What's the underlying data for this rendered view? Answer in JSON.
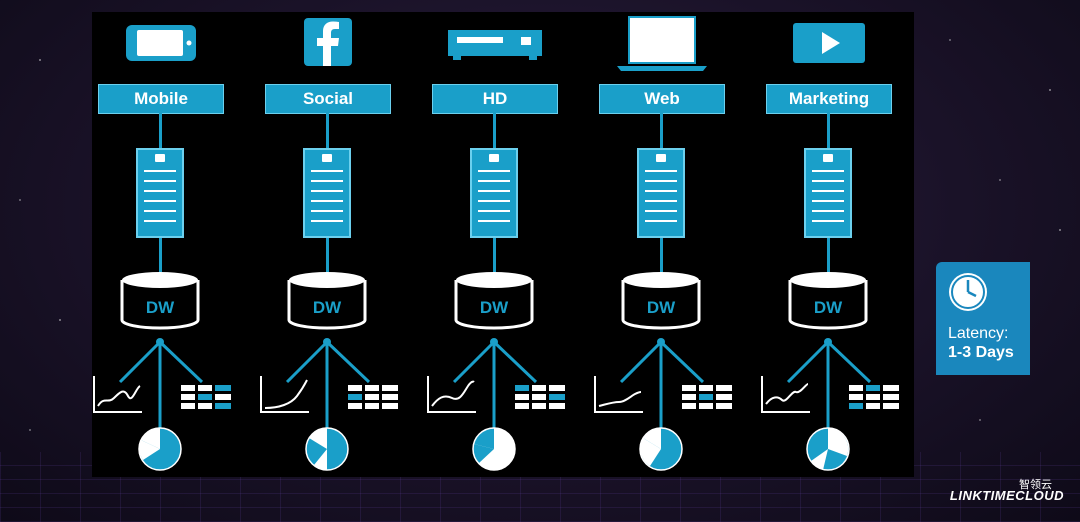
{
  "columns": [
    {
      "label": "Mobile",
      "icon": "smartphone-icon"
    },
    {
      "label": "Social",
      "icon": "facebook-icon"
    },
    {
      "label": "HD",
      "icon": "set-top-box-icon"
    },
    {
      "label": "Web",
      "icon": "laptop-icon"
    },
    {
      "label": "Marketing",
      "icon": "video-play-icon"
    }
  ],
  "dw_label": "DW",
  "latency": {
    "title": "Latency:",
    "value": "1-3 Days",
    "icon": "clock-icon"
  },
  "logo": {
    "cn": "智领云",
    "en": "LINKTIMECLOUD"
  },
  "colors": {
    "accent": "#1a9fc9",
    "accent_light": "#6cd0ee",
    "panel": "#000000",
    "latency_bg": "#1a87bd"
  }
}
